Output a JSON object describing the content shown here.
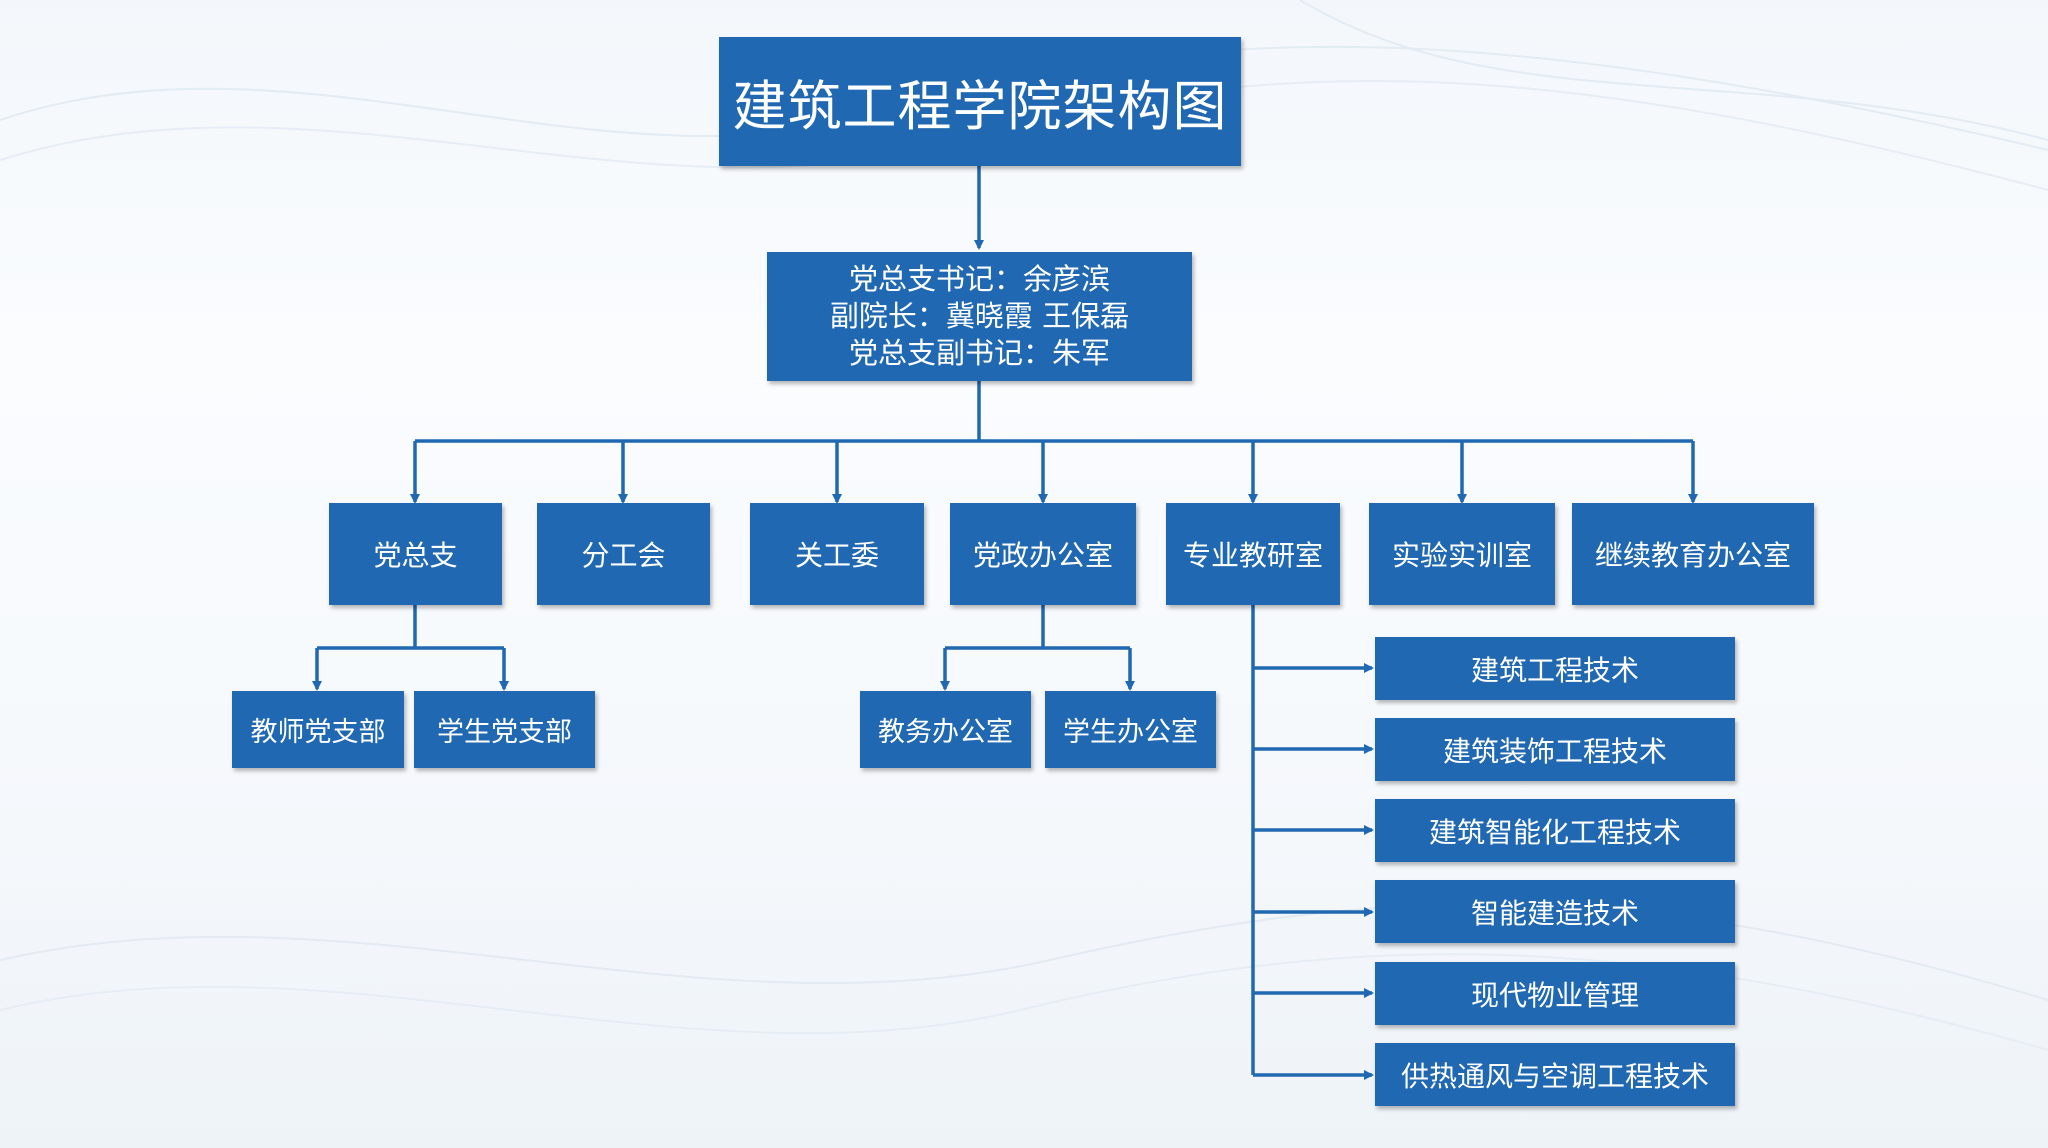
{
  "title": "建筑工程学院架构图",
  "leadership": [
    "党总支书记：余彦滨",
    "副院长：冀晓霞 王保磊",
    "党总支副书记：朱军"
  ],
  "departments": [
    "党总支",
    "分工会",
    "关工委",
    "党政办公室",
    "专业教研室",
    "实验实训室",
    "继续教育办公室"
  ],
  "party_branches": [
    "教师党支部",
    "学生党支部"
  ],
  "offices": [
    "教务办公室",
    "学生办公室"
  ],
  "majors": [
    "建筑工程技术",
    "建筑装饰工程技术",
    "建筑智能化工程技术",
    "智能建造技术",
    "现代物业管理",
    "供热通风与空调工程技术"
  ],
  "colors": {
    "box": "#2068b1",
    "line": "#2068b1",
    "text": "#ffffff"
  }
}
